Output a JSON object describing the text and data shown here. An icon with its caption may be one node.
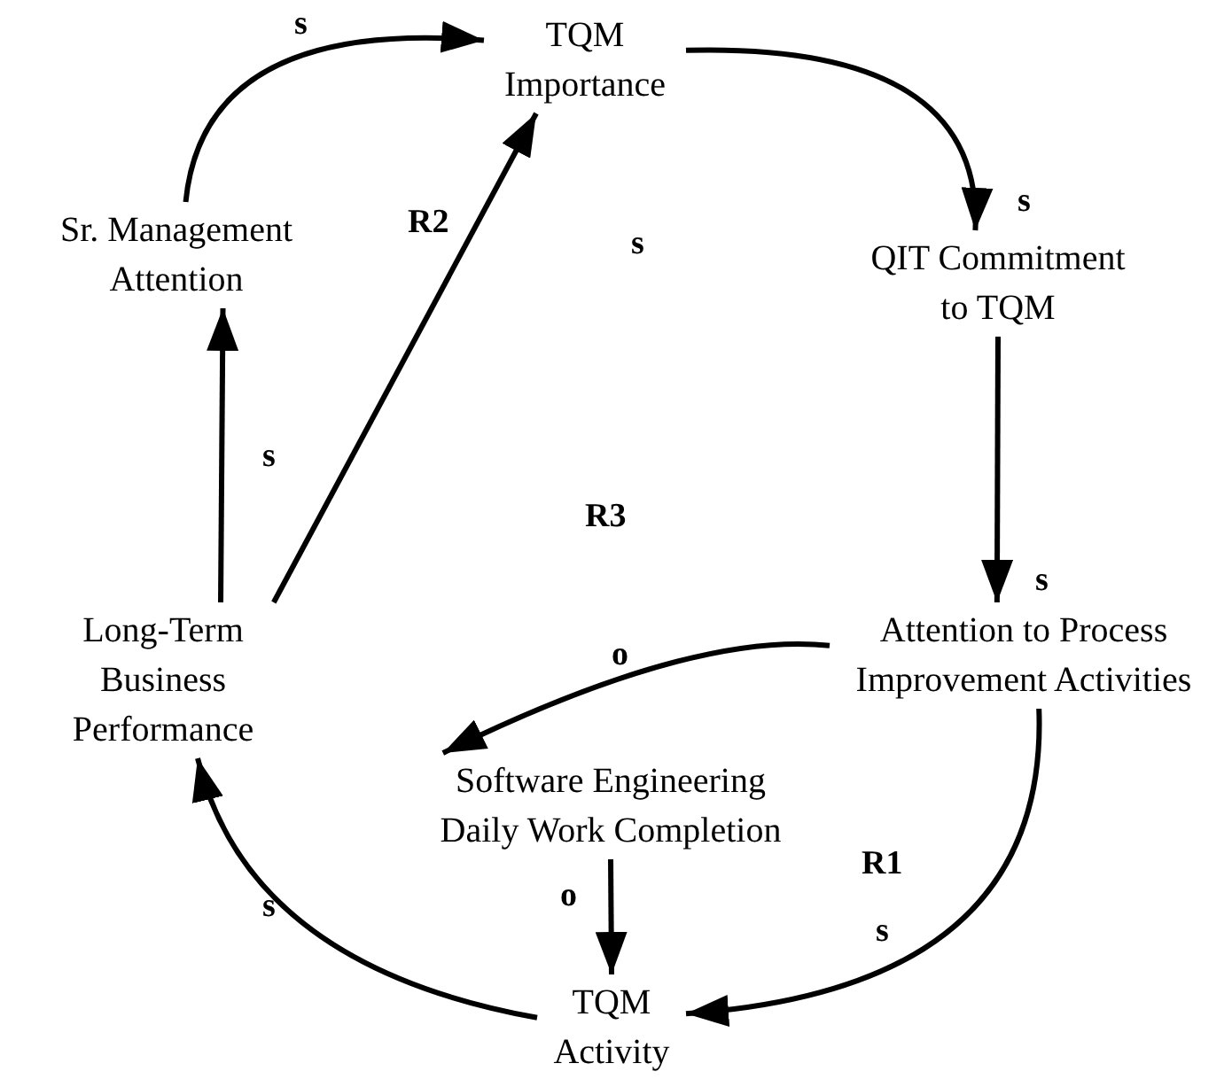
{
  "diagram": {
    "nodes": [
      {
        "text": [
          "TQM Importance"
        ]
      },
      {
        "text": [
          "Sr. Management Attention"
        ]
      },
      {
        "text": [
          "QIT Commitment to TQM"
        ]
      },
      {
        "text": [
          "Long-Term Business Performance"
        ]
      },
      {
        "text": [
          "Attention to Process Improvement Activities"
        ]
      },
      {
        "text": [
          "Software Engineering Daily Work Completion"
        ]
      },
      {
        "text": [
          "TQM Activity"
        ]
      }
    ],
    "edges": [
      {
        "from": 1,
        "to": 0,
        "arrow": "to",
        "label": "s"
      },
      {
        "from": 0,
        "to": 2,
        "arrow": "to",
        "label": "s"
      },
      {
        "from": 3,
        "to": 0,
        "arrow": "to",
        "label": "s"
      },
      {
        "from": 3,
        "to": 1,
        "arrow": "to",
        "label": "s"
      },
      {
        "from": 2,
        "to": 4,
        "arrow": "to",
        "label": "s"
      },
      {
        "from": 4,
        "to": 5,
        "arrow": "to",
        "label": "o"
      },
      {
        "from": 5,
        "to": 6,
        "arrow": "to",
        "label": "o"
      },
      {
        "from": 4,
        "to": 6,
        "arrow": "to",
        "label": "s"
      },
      {
        "from": 6,
        "to": 3,
        "arrow": "to",
        "label": "s"
      }
    ],
    "labels": [
      "R2",
      "R3",
      "R1"
    ]
  }
}
